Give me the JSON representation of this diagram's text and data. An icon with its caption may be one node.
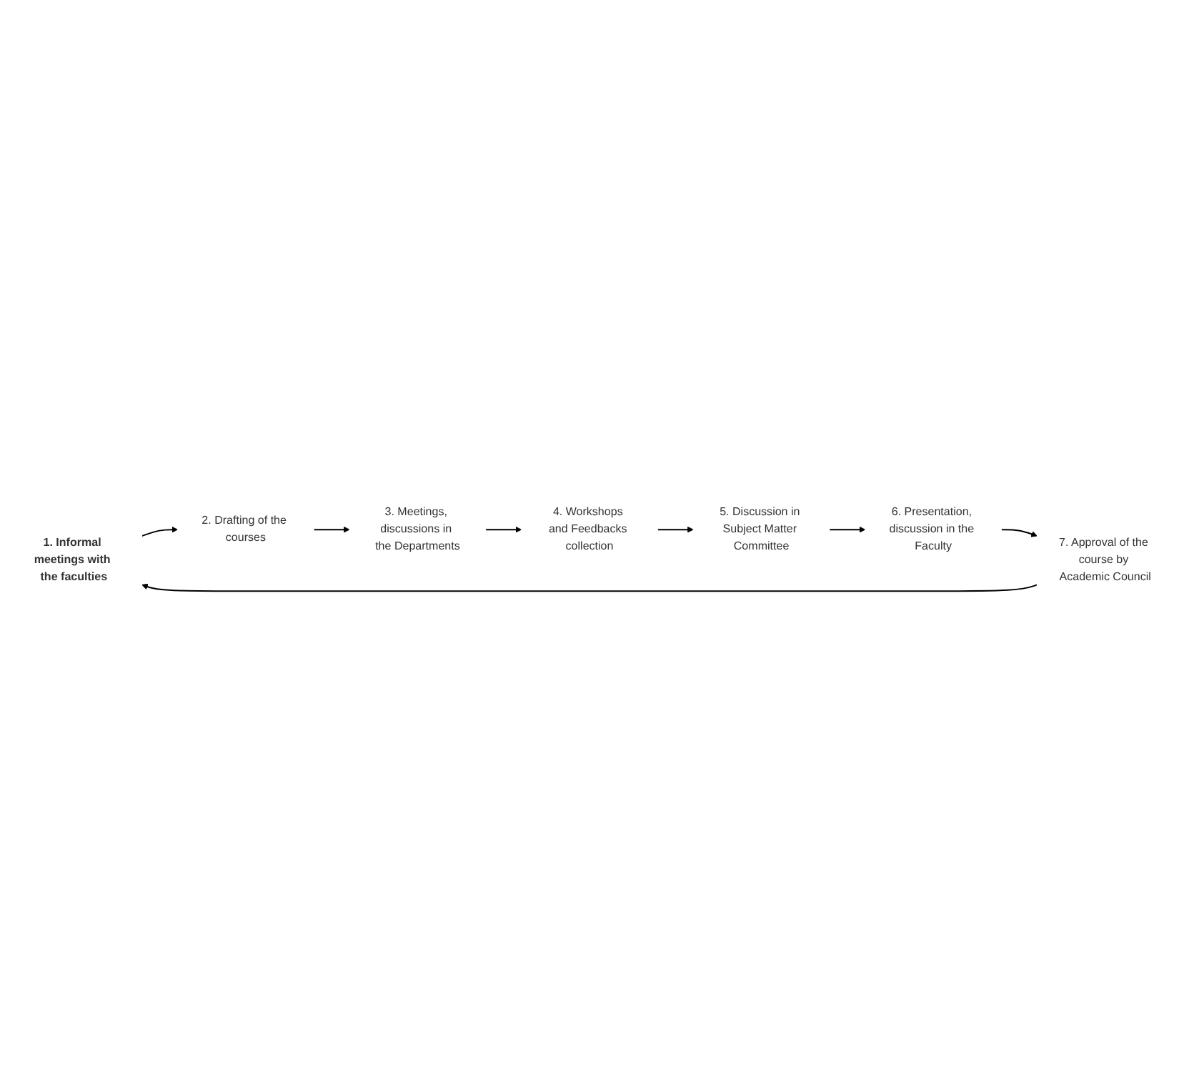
{
  "diagram": {
    "nodes": [
      {
        "text": [
          "1. Informal meetings with the faculties"
        ]
      },
      {
        "text": [
          "2. Drafting of the courses"
        ]
      },
      {
        "text": [
          "3. Meetings, discussions in the Departments"
        ]
      },
      {
        "text": [
          "4. Workshops and Feedbacks collection"
        ]
      },
      {
        "text": [
          "5. Discussion in Subject Matter Committee"
        ]
      },
      {
        "text": [
          "6. Presentation, discussion in the Faculty"
        ]
      },
      {
        "text": [
          "7. Approval of the course by Academic Council"
        ]
      }
    ],
    "edges": [
      {
        "from": 0,
        "to": 1,
        "arrow": "to"
      },
      {
        "from": 1,
        "to": 2,
        "arrow": "to"
      },
      {
        "from": 2,
        "to": 3,
        "arrow": "to"
      },
      {
        "from": 3,
        "to": 4,
        "arrow": "to"
      },
      {
        "from": 4,
        "to": 5,
        "arrow": "to"
      },
      {
        "from": 5,
        "to": 6,
        "arrow": "to"
      },
      {
        "from": 6,
        "to": 0,
        "arrow": "to"
      }
    ]
  }
}
